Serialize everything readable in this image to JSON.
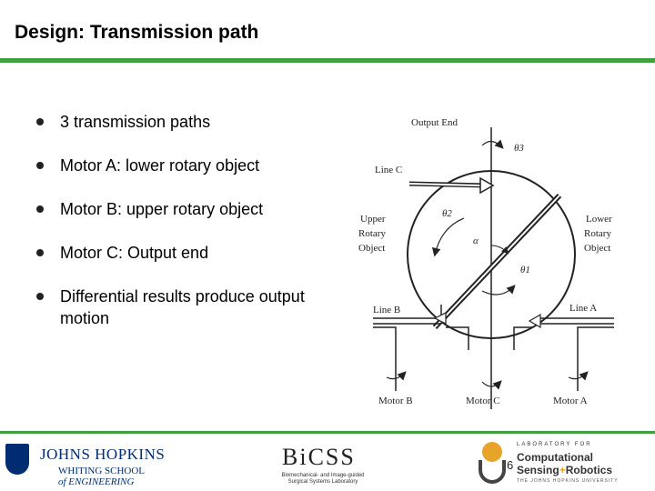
{
  "slide": {
    "title": "Design: Transmission path",
    "page_number": "6"
  },
  "bullets": [
    "3 transmission paths",
    "Motor A: lower rotary object",
    "Motor B: upper rotary object",
    "Motor C: Output end",
    "Differential results produce output motion"
  ],
  "diagram": {
    "output_end": "Output End",
    "line_c": "Line C",
    "line_b": "Line B",
    "line_a": "Line A",
    "upper_obj_1": "Upper",
    "upper_obj_2": "Rotary",
    "upper_obj_3": "Object",
    "lower_obj_1": "Lower",
    "lower_obj_2": "Rotary",
    "lower_obj_3": "Object",
    "theta3": "θ3",
    "theta2": "θ2",
    "theta1": "θ1",
    "alpha": "α",
    "motor_b": "Motor B",
    "motor_c": "Motor C",
    "motor_a": "Motor A"
  },
  "footer": {
    "jhu_name": "JOHNS HOPKINS",
    "jhu_school": "WHITING SCHOOL",
    "jhu_eng": "of ENGINEERING",
    "bics": "BiCSS",
    "bics_sub": "Biomechanical- and Image-guided Surgical Systems Laboratory",
    "lcsr_lab": "LABORATORY FOR",
    "lcsr_1": "Computational",
    "lcsr_2a": "Sensing",
    "lcsr_2b": "+",
    "lcsr_2c": "Robotics",
    "lcsr_univ": "THE JOHNS HOPKINS UNIVERSITY"
  },
  "colors": {
    "accent_green": "#3da23d",
    "jhu_blue": "#002d72",
    "lcsr_orange": "#e8a32a"
  }
}
